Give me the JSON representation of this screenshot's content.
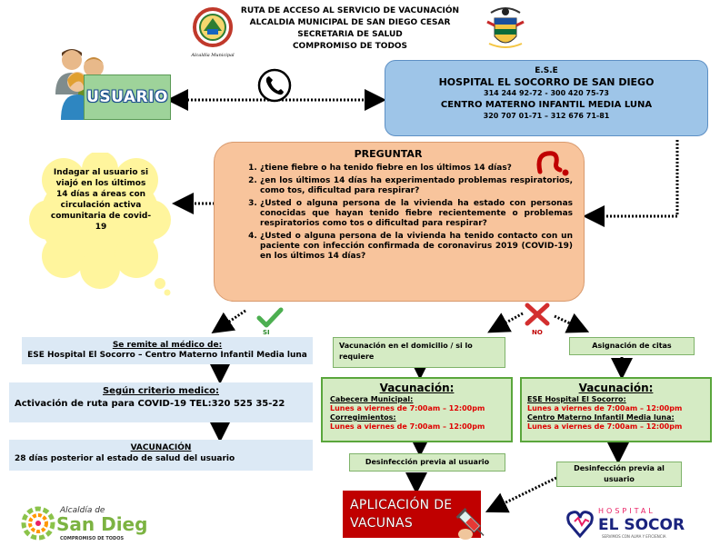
{
  "header": {
    "line1": "RUTA DE ACCESO AL SERVICIO DE VACUNACIÓN",
    "line2": "ALCALDIA MUNICIPAL DE SAN DIEGO CESAR",
    "line3": "SECRETARIA DE SALUD",
    "line4": "COMPROMISO DE TODOS",
    "emblem_caption": "Alcaldía Municipal"
  },
  "usuario": {
    "label": "USUARIO"
  },
  "ese": {
    "t1": "E.S.E",
    "t2": "HOSPITAL EL SOCORRO DE SAN DIEGO",
    "t3": "314 244 92-72   -   300 420 75-73",
    "t4": "CENTRO MATERNO INFANTIL MEDIA LUNA",
    "t5": "320 707 01-71 – 312 676 71-81"
  },
  "preguntar": {
    "title": "PREGUNTAR",
    "q1": "¿tiene fiebre o ha tenido fiebre en los últimos 14 días?",
    "q2": "¿en los últimos 14 días ha experimentado problemas respiratorios, como tos, dificultad para respirar?",
    "q3": "¿Usted o alguna persona de la vivienda ha estado con personas conocidas que hayan tenido fiebre recientemente o problemas respiratorios como tos o dificultad para respirar?",
    "q4": "¿Usted o alguna persona de la vivienda ha tenido contacto con un paciente con infección confirmada de coronavirus 2019 (COVID-19) en los últimos 14 días?"
  },
  "cloud": {
    "text": "Indagar al usuario si viajó en los últimos 14 días a áreas con circulación activa comunitaria de covid-19"
  },
  "labels": {
    "si": "SI",
    "no": "NO"
  },
  "left_branch": {
    "b1_title": "Se remite al médico de:",
    "b1_text": "ESE Hospital El Socorro – Centro Materno Infantil Media luna",
    "b2_title": "Según criterio medico:",
    "b2_text": "Activación de ruta para COVID-19 TEL:320 525 35-22",
    "b3_title": "VACUNACIÓN",
    "b3_text": "28 días posterior al estado de salud del usuario"
  },
  "mid_branch": {
    "domicilio": "Vacunación en el domicilio / si lo requiere",
    "vac_title": "Vacunación:",
    "cabecera": "Cabecera Municipal:",
    "cabecera_hours": "Lunes a viernes de 7:00am – 12:00pm",
    "corregimientos": "Corregimientos:",
    "corregimientos_hours": "Lunes a viernes de 7:00am – 12:00pm",
    "desinfeccion": "Desinfección previa al usuario",
    "aplicacion_line1": "APLICACIÓN DE",
    "aplicacion_line2": "VACUNAS"
  },
  "right_branch": {
    "citas": "Asignación de citas",
    "vac_title": "Vacunación:",
    "hospital": "ESE Hospital El Socorro:",
    "hospital_hours": "Lunes a viernes de 7:00am – 12:00pm",
    "materno": "Centro Materno Infantil Media luna:",
    "materno_hours": "Lunes a viernes de 7:00am – 12:00pm",
    "desinfeccion": "Desinfección previa al usuario"
  },
  "logos": {
    "sandiego_top": "Alcaldía de",
    "sandiego_main": "San Diego",
    "sandiego_sub": "COMPROMISO DE TODOS",
    "hospital_top": "HOSPITAL",
    "hospital_main": "EL SOCORRO",
    "hospital_sub": "SERVIMOS CON ALMA Y EFICIENCIA"
  },
  "colors": {
    "ese_blue": "#9ec5e8",
    "preguntar_orange": "#f8c49c",
    "cloud_yellow": "#fff59d",
    "light_blue": "#dce9f5",
    "light_green": "#d5ebc4",
    "red": "#c00000"
  }
}
